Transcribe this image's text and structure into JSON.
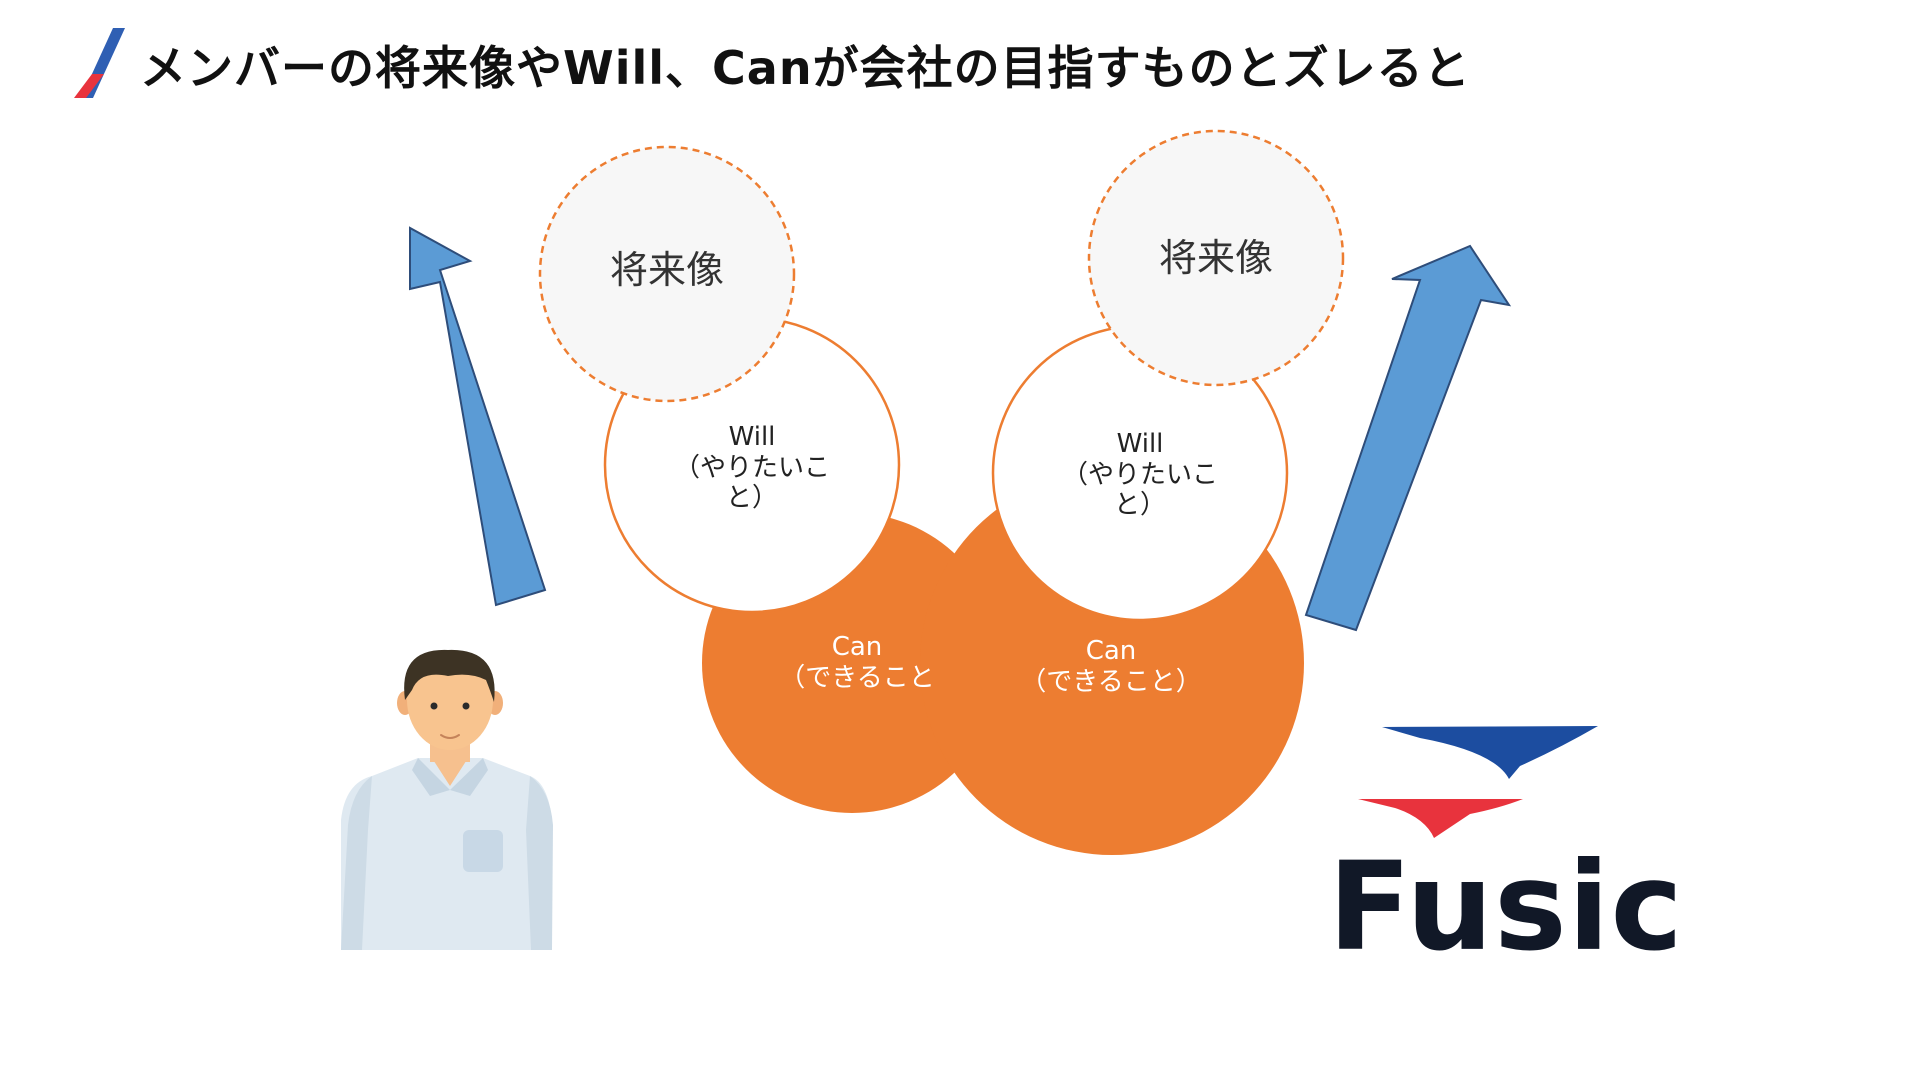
{
  "slide": {
    "title": "メンバーの将来像やWill、Canが会社の目指すものとズレると",
    "accent_colors": {
      "blue": "#2f5fb3",
      "red": "#e8333d"
    }
  },
  "member": {
    "future": "将来像",
    "will": "Will\n（やりたいこ\nと）",
    "can": "Can\n（できること"
  },
  "company": {
    "future": "将来像",
    "will": "Will\n（やりたいこ\nと）",
    "can": "Can\n（できること）"
  },
  "colors": {
    "orange": "#ed7d31",
    "arrow_fill": "#5b9bd5",
    "arrow_stroke": "#2e4d7a",
    "future_fill": "#f7f7f7"
  },
  "icons": {
    "person": "person-illustration",
    "logo_mark": "fusic-logo-mark"
  },
  "logo": {
    "text": "Fusic"
  }
}
